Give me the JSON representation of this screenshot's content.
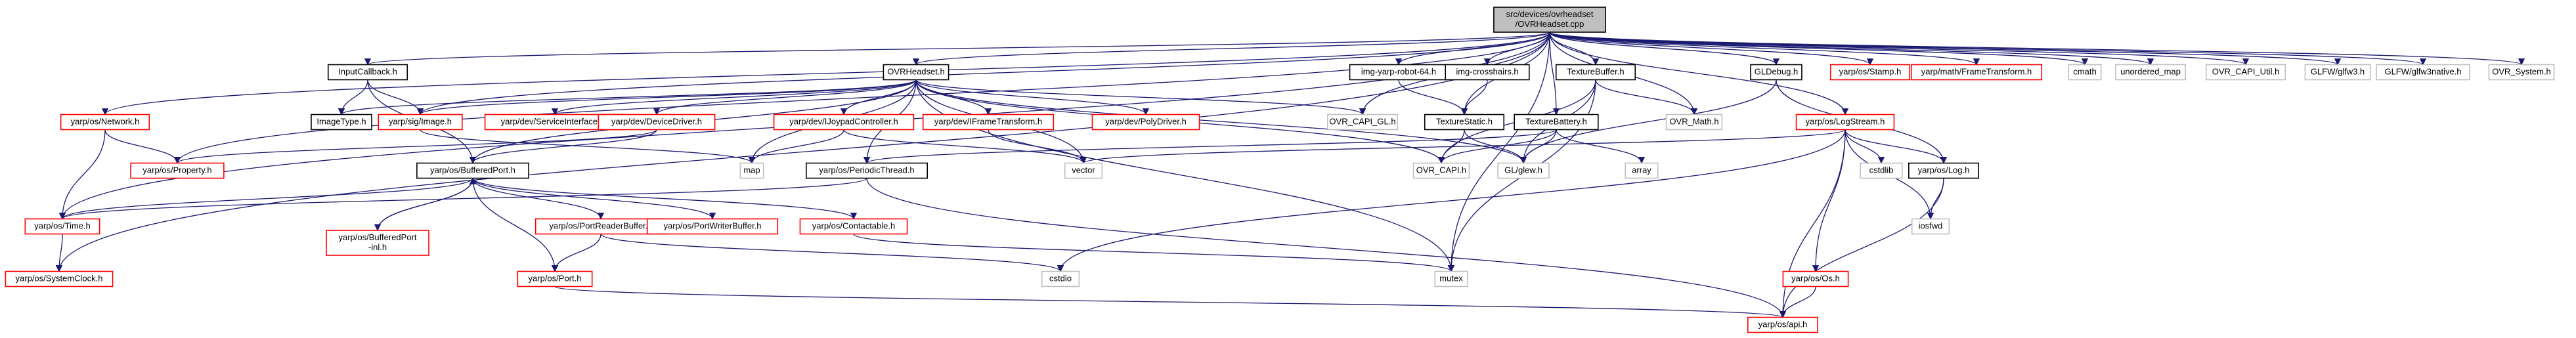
{
  "colors": {
    "root_fill": "#bfbfbf",
    "documented_border": "#000000",
    "undocumented_border": "#ff0000",
    "external_border": "#bfbfbf",
    "edge": "#191970"
  },
  "nodes": [
    {
      "id": "root",
      "label": "src/devices/ovrheadset\n/OVRHeadset.cpp",
      "kind": "root"
    },
    {
      "id": "inputcallback",
      "label": "InputCallback.h",
      "kind": "documented"
    },
    {
      "id": "ovrheadset_h",
      "label": "OVRHeadset.h",
      "kind": "documented"
    },
    {
      "id": "robot64",
      "label": "img-yarp-robot-64.h",
      "kind": "documented"
    },
    {
      "id": "crosshairs",
      "label": "img-crosshairs.h",
      "kind": "documented"
    },
    {
      "id": "texturebuffer",
      "label": "TextureBuffer.h",
      "kind": "documented"
    },
    {
      "id": "gldebug",
      "label": "GLDebug.h",
      "kind": "documented"
    },
    {
      "id": "stamp",
      "label": "yarp/os/Stamp.h",
      "kind": "undocumented"
    },
    {
      "id": "mathft",
      "label": "yarp/math/FrameTransform.h",
      "kind": "undocumented"
    },
    {
      "id": "cmath",
      "label": "cmath",
      "kind": "external"
    },
    {
      "id": "unordered_map",
      "label": "unordered_map",
      "kind": "external"
    },
    {
      "id": "capi_util",
      "label": "OVR_CAPI_Util.h",
      "kind": "external"
    },
    {
      "id": "glfw3",
      "label": "GLFW/glfw3.h",
      "kind": "external"
    },
    {
      "id": "glfw3native",
      "label": "GLFW/glfw3native.h",
      "kind": "external"
    },
    {
      "id": "ovr_system",
      "label": "OVR_System.h",
      "kind": "external"
    },
    {
      "id": "network",
      "label": "yarp/os/Network.h",
      "kind": "undocumented"
    },
    {
      "id": "imagetype",
      "label": "ImageType.h",
      "kind": "documented"
    },
    {
      "id": "image",
      "label": "yarp/sig/Image.h",
      "kind": "undocumented"
    },
    {
      "id": "serviceinterfaces",
      "label": "yarp/dev/ServiceInterfaces.h",
      "kind": "undocumented"
    },
    {
      "id": "devicedriver",
      "label": "yarp/dev/DeviceDriver.h",
      "kind": "undocumented"
    },
    {
      "id": "ijoypad",
      "label": "yarp/dev/IJoypadController.h",
      "kind": "undocumented"
    },
    {
      "id": "devft",
      "label": "yarp/dev/IFrameTransform.h",
      "kind": "undocumented"
    },
    {
      "id": "polydriver",
      "label": "yarp/dev/PolyDriver.h",
      "kind": "undocumented"
    },
    {
      "id": "capi_gl",
      "label": "OVR_CAPI_GL.h",
      "kind": "external"
    },
    {
      "id": "texturestatic",
      "label": "TextureStatic.h",
      "kind": "documented"
    },
    {
      "id": "ovr_math",
      "label": "OVR_Math.h",
      "kind": "external"
    },
    {
      "id": "texturebattery",
      "label": "TextureBattery.h",
      "kind": "documented"
    },
    {
      "id": "logstream",
      "label": "yarp/os/LogStream.h",
      "kind": "undocumented"
    },
    {
      "id": "property",
      "label": "yarp/os/Property.h",
      "kind": "undocumented"
    },
    {
      "id": "map",
      "label": "map",
      "kind": "external"
    },
    {
      "id": "periodicthread",
      "label": "yarp/os/PeriodicThread.h",
      "kind": "documented"
    },
    {
      "id": "vector",
      "label": "vector",
      "kind": "external"
    },
    {
      "id": "ovr_capi",
      "label": "OVR_CAPI.h",
      "kind": "external"
    },
    {
      "id": "glew",
      "label": "GL/glew.h",
      "kind": "external"
    },
    {
      "id": "array",
      "label": "array",
      "kind": "external"
    },
    {
      "id": "cstdlib",
      "label": "cstdlib",
      "kind": "external"
    },
    {
      "id": "log",
      "label": "yarp/os/Log.h",
      "kind": "documented"
    },
    {
      "id": "bufferedport",
      "label": "yarp/os/BufferedPort.h",
      "kind": "documented"
    },
    {
      "id": "time",
      "label": "yarp/os/Time.h",
      "kind": "undocumented"
    },
    {
      "id": "bufferedport_inl",
      "label": "yarp/os/BufferedPort\n-inl.h",
      "kind": "undocumented"
    },
    {
      "id": "portreaderbuffer",
      "label": "yarp/os/PortReaderBuffer.h",
      "kind": "undocumented"
    },
    {
      "id": "portwriterbuffer",
      "label": "yarp/os/PortWriterBuffer.h",
      "kind": "undocumented"
    },
    {
      "id": "contactable",
      "label": "yarp/os/Contactable.h",
      "kind": "undocumented"
    },
    {
      "id": "iosfwd",
      "label": "iosfwd",
      "kind": "external"
    },
    {
      "id": "systemclock",
      "label": "yarp/os/SystemClock.h",
      "kind": "undocumented"
    },
    {
      "id": "port",
      "label": "yarp/os/Port.h",
      "kind": "undocumented"
    },
    {
      "id": "cstdio",
      "label": "cstdio",
      "kind": "external"
    },
    {
      "id": "mutex",
      "label": "mutex",
      "kind": "external"
    },
    {
      "id": "os",
      "label": "yarp/os/Os.h",
      "kind": "undocumented"
    },
    {
      "id": "api",
      "label": "yarp/os/api.h",
      "kind": "undocumented"
    }
  ],
  "edges": [
    [
      "root",
      "inputcallback"
    ],
    [
      "root",
      "ovrheadset_h"
    ],
    [
      "root",
      "robot64"
    ],
    [
      "root",
      "crosshairs"
    ],
    [
      "root",
      "texturebuffer"
    ],
    [
      "root",
      "gldebug"
    ],
    [
      "root",
      "stamp"
    ],
    [
      "root",
      "mathft"
    ],
    [
      "root",
      "cmath"
    ],
    [
      "root",
      "unordered_map"
    ],
    [
      "root",
      "capi_util"
    ],
    [
      "root",
      "glfw3"
    ],
    [
      "root",
      "glfw3native"
    ],
    [
      "root",
      "ovr_system"
    ],
    [
      "root",
      "network"
    ],
    [
      "root",
      "property"
    ],
    [
      "root",
      "time"
    ],
    [
      "root",
      "systemclock"
    ],
    [
      "root",
      "image"
    ],
    [
      "root",
      "capi_gl"
    ],
    [
      "root",
      "ovr_math"
    ],
    [
      "root",
      "logstream"
    ],
    [
      "root",
      "mutex"
    ],
    [
      "root",
      "texturebattery"
    ],
    [
      "root",
      "texturestatic"
    ],
    [
      "inputcallback",
      "imagetype"
    ],
    [
      "inputcallback",
      "image"
    ],
    [
      "inputcallback",
      "bufferedport"
    ],
    [
      "ovrheadset_h",
      "imagetype"
    ],
    [
      "ovrheadset_h",
      "image"
    ],
    [
      "ovrheadset_h",
      "serviceinterfaces"
    ],
    [
      "ovrheadset_h",
      "devicedriver"
    ],
    [
      "ovrheadset_h",
      "ijoypad"
    ],
    [
      "ovrheadset_h",
      "devft"
    ],
    [
      "ovrheadset_h",
      "polydriver"
    ],
    [
      "ovrheadset_h",
      "capi_gl"
    ],
    [
      "ovrheadset_h",
      "glew"
    ],
    [
      "ovrheadset_h",
      "map"
    ],
    [
      "ovrheadset_h",
      "periodicthread"
    ],
    [
      "ovrheadset_h",
      "vector"
    ],
    [
      "ovrheadset_h",
      "bufferedport"
    ],
    [
      "ovrheadset_h",
      "mutex"
    ],
    [
      "ovrheadset_h",
      "ovr_capi"
    ],
    [
      "robot64",
      "texturestatic"
    ],
    [
      "crosshairs",
      "texturestatic"
    ],
    [
      "texturebuffer",
      "ovr_math"
    ],
    [
      "texturebuffer",
      "glew"
    ],
    [
      "texturebuffer",
      "ovr_capi"
    ],
    [
      "texturebuffer",
      "mutex"
    ],
    [
      "texturestatic",
      "ovr_capi"
    ],
    [
      "texturestatic",
      "glew"
    ],
    [
      "texturebattery",
      "glew"
    ],
    [
      "texturebattery",
      "array"
    ],
    [
      "texturebattery",
      "ovr_capi"
    ],
    [
      "texturebattery",
      "periodicthread"
    ],
    [
      "gldebug",
      "log"
    ],
    [
      "gldebug",
      "glew"
    ],
    [
      "logstream",
      "vector"
    ],
    [
      "logstream",
      "cstdlib"
    ],
    [
      "logstream",
      "log"
    ],
    [
      "logstream",
      "iosfwd"
    ],
    [
      "logstream",
      "os"
    ],
    [
      "logstream",
      "api"
    ],
    [
      "logstream",
      "cstdio"
    ],
    [
      "log",
      "iosfwd"
    ],
    [
      "log",
      "api"
    ],
    [
      "os",
      "api"
    ],
    [
      "network",
      "property"
    ],
    [
      "network",
      "time"
    ],
    [
      "devicedriver",
      "property"
    ],
    [
      "devicedriver",
      "bufferedport"
    ],
    [
      "ijoypad",
      "map"
    ],
    [
      "ijoypad",
      "vector"
    ],
    [
      "devft",
      "vector"
    ],
    [
      "image",
      "map"
    ],
    [
      "periodicthread",
      "time"
    ],
    [
      "periodicthread",
      "api"
    ],
    [
      "bufferedport",
      "bufferedport_inl"
    ],
    [
      "bufferedport_inl",
      "bufferedport"
    ],
    [
      "bufferedport",
      "portreaderbuffer"
    ],
    [
      "bufferedport",
      "portwriterbuffer"
    ],
    [
      "bufferedport",
      "contactable"
    ],
    [
      "bufferedport",
      "port"
    ],
    [
      "bufferedport",
      "time"
    ],
    [
      "portreaderbuffer",
      "port"
    ],
    [
      "portreaderbuffer",
      "cstdio"
    ],
    [
      "contactable",
      "mutex"
    ],
    [
      "port",
      "api"
    ],
    [
      "time",
      "systemclock"
    ]
  ]
}
